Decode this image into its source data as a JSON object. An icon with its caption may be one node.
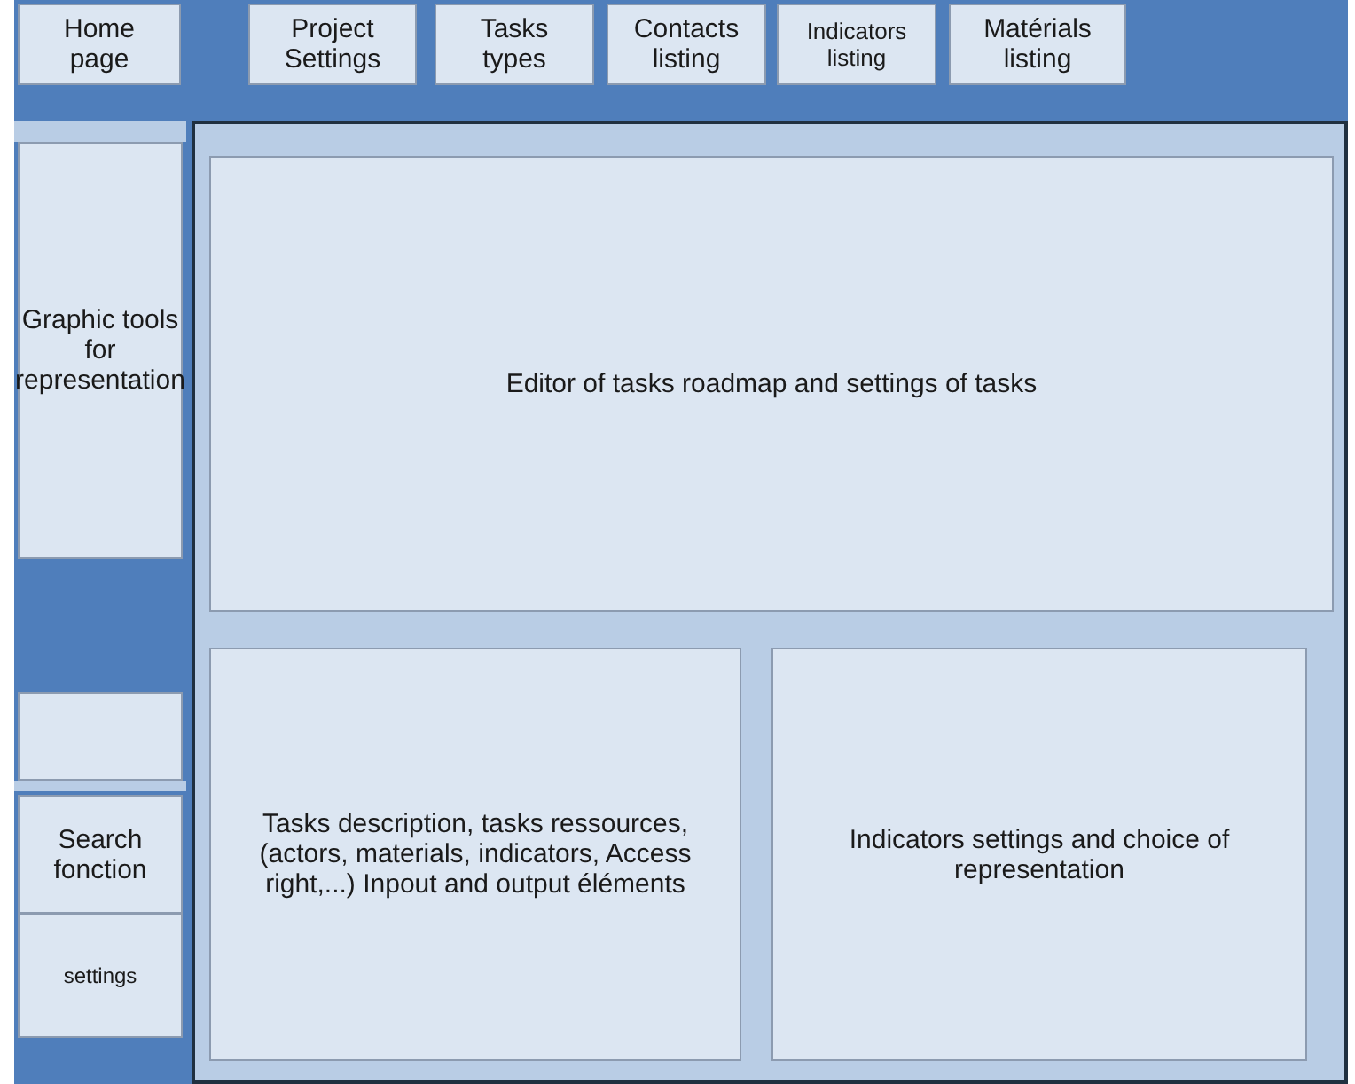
{
  "diagram": {
    "nodes": [
      {
        "text": [
          "Home page"
        ]
      },
      {
        "text": [
          "Project Settings"
        ]
      },
      {
        "text": [
          "Tasks types"
        ]
      },
      {
        "text": [
          "Contacts listing"
        ]
      },
      {
        "text": [
          "Indicators listing"
        ]
      },
      {
        "text": [
          "Matérials listing"
        ]
      },
      {
        "text": [
          "Graphic tools for representation"
        ]
      },
      {
        "text": [],
        "shape": "box"
      },
      {
        "text": [
          "Search fonction"
        ]
      },
      {
        "text": [
          "settings"
        ]
      },
      {
        "text": [
          "Editor of tasks roadmap and settings of tasks"
        ]
      },
      {
        "text": [
          "Tasks description, tasks ressources, (actors, materials, indicators, Access right,...) Inpout and output éléments"
        ]
      },
      {
        "text": [
          "Indicators settings and choice of representation"
        ]
      }
    ]
  }
}
